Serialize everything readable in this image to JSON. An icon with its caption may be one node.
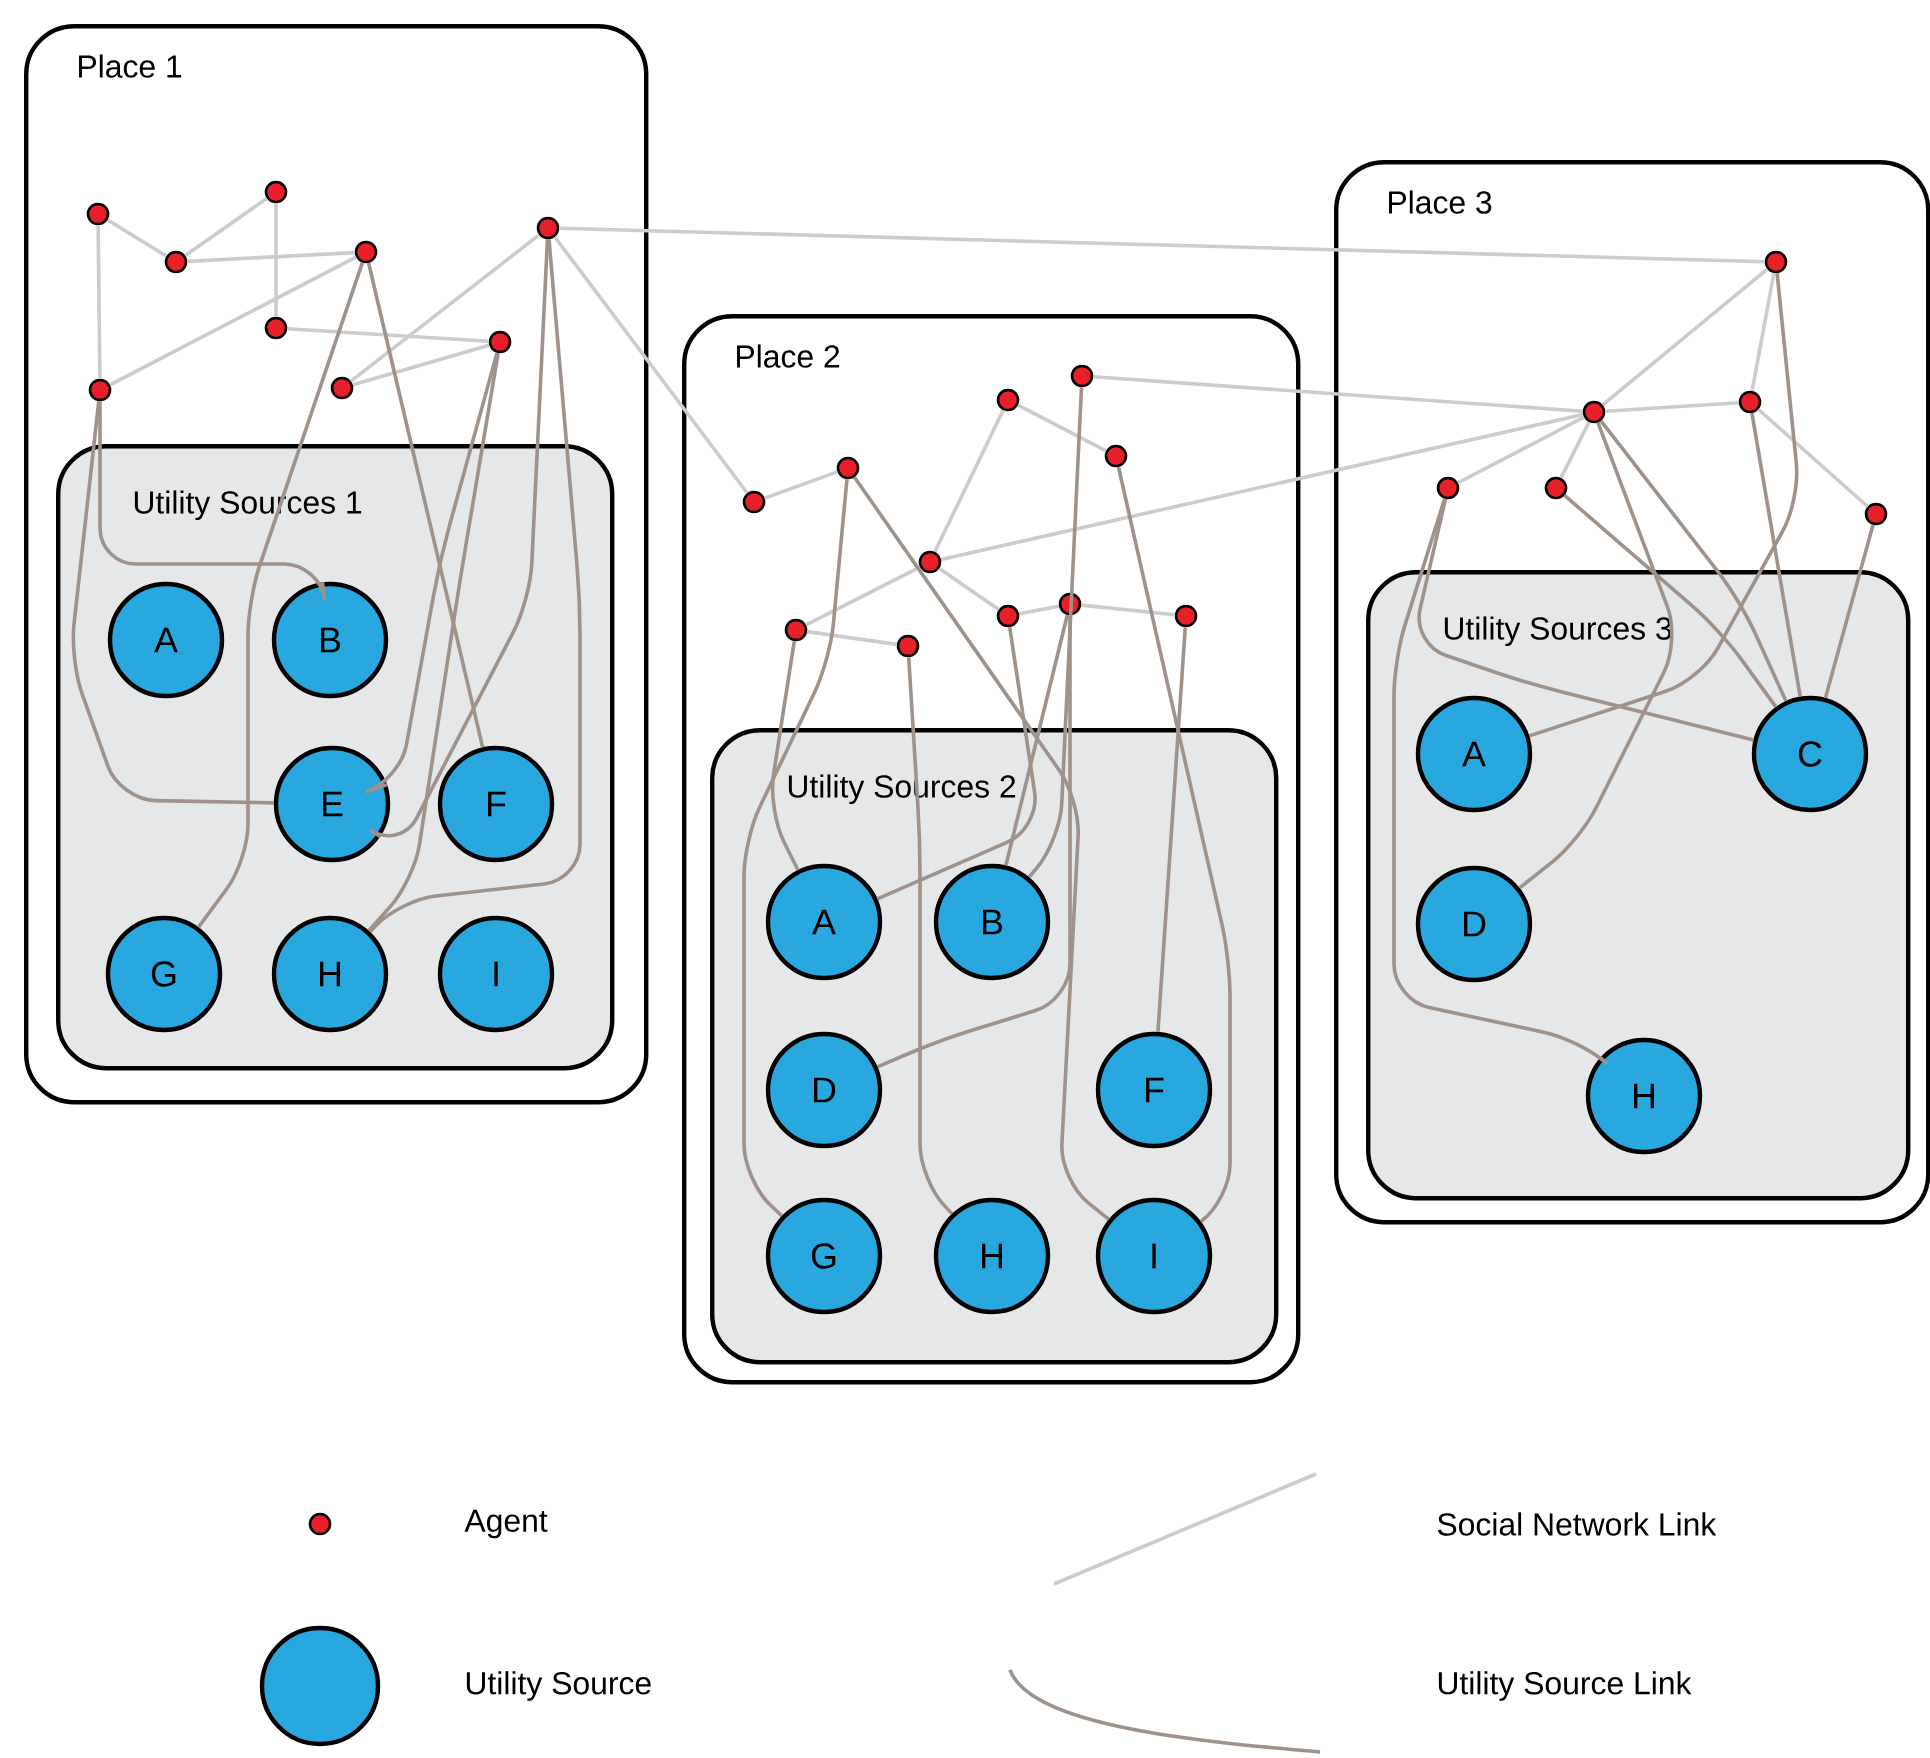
{
  "diagram": {
    "nodes": [
      {
        "text": [
          "Place 1"
        ]
      },
      {
        "text": [],
        "shape": "circle",
        "in": 0
      },
      {
        "text": [],
        "shape": "circle",
        "in": 0
      },
      {
        "text": [],
        "shape": "circle",
        "in": 0
      },
      {
        "text": [],
        "shape": "circle",
        "in": 0
      },
      {
        "text": [],
        "shape": "circle",
        "in": 0
      },
      {
        "text": [],
        "shape": "circle",
        "in": 0
      },
      {
        "text": [],
        "shape": "circle",
        "in": 0
      },
      {
        "text": [],
        "shape": "circle",
        "in": 0
      },
      {
        "text": [],
        "shape": "circle",
        "in": 0
      },
      {
        "text": [
          "Utility Sources 1"
        ],
        "in": 0
      },
      {
        "text": [
          "A"
        ],
        "in": 10
      },
      {
        "text": [
          "B"
        ],
        "in": 10
      },
      {
        "text": [
          "E"
        ],
        "in": 10
      },
      {
        "text": [
          "F"
        ],
        "in": 10
      },
      {
        "text": [
          "G"
        ],
        "in": 10
      },
      {
        "text": [
          "H"
        ],
        "in": 10
      },
      {
        "text": [
          "I"
        ],
        "in": 10
      },
      {
        "text": [
          "Place 2"
        ]
      },
      {
        "text": [],
        "shape": "circle",
        "in": 18
      },
      {
        "text": [],
        "shape": "circle",
        "in": 18
      },
      {
        "text": [],
        "shape": "circle",
        "in": 18
      },
      {
        "text": [],
        "shape": "circle",
        "in": 18
      },
      {
        "text": [],
        "shape": "circle",
        "in": 18
      },
      {
        "text": [],
        "shape": "circle",
        "in": 18
      },
      {
        "text": [],
        "shape": "circle",
        "in": 18
      },
      {
        "text": [],
        "shape": "circle",
        "in": 18
      },
      {
        "text": [],
        "shape": "circle",
        "in": 18
      },
      {
        "text": [],
        "shape": "circle",
        "in": 18
      },
      {
        "text": [],
        "shape": "circle",
        "in": 18
      },
      {
        "text": [
          "Utility Sources 2"
        ],
        "in": 18
      },
      {
        "text": [
          "A"
        ],
        "in": 30
      },
      {
        "text": [
          "B"
        ],
        "in": 30
      },
      {
        "text": [
          "D"
        ],
        "in": 30
      },
      {
        "text": [
          "F"
        ],
        "in": 30
      },
      {
        "text": [
          "G"
        ],
        "in": 30
      },
      {
        "text": [
          "H"
        ],
        "in": 30
      },
      {
        "text": [
          "I"
        ],
        "in": 30
      },
      {
        "text": [
          "Place 3"
        ]
      },
      {
        "text": [],
        "shape": "circle",
        "in": 38
      },
      {
        "text": [],
        "shape": "circle",
        "in": 38
      },
      {
        "text": [],
        "shape": "circle",
        "in": 38
      },
      {
        "text": [],
        "shape": "circle",
        "in": 38
      },
      {
        "text": [],
        "shape": "circle",
        "in": 38
      },
      {
        "text": [],
        "shape": "circle",
        "in": 38
      },
      {
        "text": [
          "Utility Sources 3"
        ],
        "in": 38
      },
      {
        "text": [
          "A"
        ],
        "in": 45
      },
      {
        "text": [
          "C"
        ],
        "in": 45
      },
      {
        "text": [
          "D"
        ],
        "in": 45
      },
      {
        "text": [
          "H"
        ],
        "in": 45
      }
    ],
    "edges": [
      {
        "from": 1,
        "to": 2,
        "arrow": "none"
      },
      {
        "from": 2,
        "to": 3,
        "arrow": "none"
      },
      {
        "from": 2,
        "to": 4,
        "arrow": "none"
      },
      {
        "from": 3,
        "to": 5,
        "arrow": "none"
      },
      {
        "from": 1,
        "to": 7,
        "arrow": "none"
      },
      {
        "from": 7,
        "to": 4,
        "arrow": "none"
      },
      {
        "from": 5,
        "to": 6,
        "arrow": "none"
      },
      {
        "from": 8,
        "to": 6,
        "arrow": "none"
      },
      {
        "from": 9,
        "to": 8,
        "arrow": "none"
      },
      {
        "from": 9,
        "to": 39,
        "arrow": "none"
      },
      {
        "from": 9,
        "to": 19,
        "arrow": "none"
      },
      {
        "from": 19,
        "to": 20,
        "arrow": "none"
      },
      {
        "from": 21,
        "to": 23,
        "arrow": "none"
      },
      {
        "from": 21,
        "to": 24,
        "arrow": "none"
      },
      {
        "from": 22,
        "to": 40,
        "arrow": "none"
      },
      {
        "from": 24,
        "to": 40,
        "arrow": "none"
      },
      {
        "from": 25,
        "to": 24,
        "arrow": "none"
      },
      {
        "from": 25,
        "to": 26,
        "arrow": "none"
      },
      {
        "from": 24,
        "to": 27,
        "arrow": "none"
      },
      {
        "from": 27,
        "to": 28,
        "arrow": "none"
      },
      {
        "from": 28,
        "to": 29,
        "arrow": "none"
      },
      {
        "from": 39,
        "to": 40,
        "arrow": "none"
      },
      {
        "from": 39,
        "to": 41,
        "arrow": "none"
      },
      {
        "from": 40,
        "to": 41,
        "arrow": "none"
      },
      {
        "from": 40,
        "to": 42,
        "arrow": "none"
      },
      {
        "from": 40,
        "to": 43,
        "arrow": "none"
      },
      {
        "from": 41,
        "to": 44,
        "arrow": "none"
      },
      {
        "from": 7,
        "to": 12,
        "arrow": "none",
        "color": "#9e928a"
      },
      {
        "from": 7,
        "to": 13,
        "arrow": "none",
        "color": "#9e928a"
      },
      {
        "from": 4,
        "to": 15,
        "arrow": "none",
        "color": "#9e928a"
      },
      {
        "from": 4,
        "to": 14,
        "arrow": "none",
        "color": "#9e928a"
      },
      {
        "from": 6,
        "to": 13,
        "arrow": "none",
        "color": "#9e928a"
      },
      {
        "from": 6,
        "to": 16,
        "arrow": "none",
        "color": "#9e928a"
      },
      {
        "from": 9,
        "to": 13,
        "arrow": "none",
        "color": "#9e928a"
      },
      {
        "from": 9,
        "to": 16,
        "arrow": "none",
        "color": "#9e928a"
      },
      {
        "from": 25,
        "to": 31,
        "arrow": "none",
        "color": "#9e928a"
      },
      {
        "from": 20,
        "to": 35,
        "arrow": "none",
        "color": "#9e928a"
      },
      {
        "from": 20,
        "to": 37,
        "arrow": "none",
        "color": "#9e928a"
      },
      {
        "from": 26,
        "to": 36,
        "arrow": "none",
        "color": "#9e928a"
      },
      {
        "from": 27,
        "to": 31,
        "arrow": "none",
        "color": "#9e928a"
      },
      {
        "from": 28,
        "to": 32,
        "arrow": "none",
        "color": "#9e928a"
      },
      {
        "from": 28,
        "to": 33,
        "arrow": "none",
        "color": "#9e928a"
      },
      {
        "from": 22,
        "to": 32,
        "arrow": "none",
        "color": "#9e928a"
      },
      {
        "from": 23,
        "to": 37,
        "arrow": "none",
        "color": "#9e928a"
      },
      {
        "from": 29,
        "to": 34,
        "arrow": "none",
        "color": "#9e928a"
      },
      {
        "from": 42,
        "to": 49,
        "arrow": "none",
        "color": "#9e928a"
      },
      {
        "from": 42,
        "to": 47,
        "arrow": "none",
        "color": "#9e928a"
      },
      {
        "from": 43,
        "to": 47,
        "arrow": "none",
        "color": "#9e928a"
      },
      {
        "from": 40,
        "to": 48,
        "arrow": "none",
        "color": "#9e928a"
      },
      {
        "from": 40,
        "to": 47,
        "arrow": "none",
        "color": "#9e928a"
      },
      {
        "from": 39,
        "to": 46,
        "arrow": "none",
        "color": "#9e928a"
      },
      {
        "from": 41,
        "to": 47,
        "arrow": "none",
        "color": "#9e928a"
      },
      {
        "from": 44,
        "to": 47,
        "arrow": "none",
        "color": "#9e928a"
      }
    ],
    "legend": [
      {
        "text": "Agent",
        "color": "#e8202a"
      },
      {
        "text": "Social Network Link"
      },
      {
        "text": "Utility Source",
        "color": "#29a8e0"
      },
      {
        "text": "Utility Source Link"
      }
    ]
  }
}
